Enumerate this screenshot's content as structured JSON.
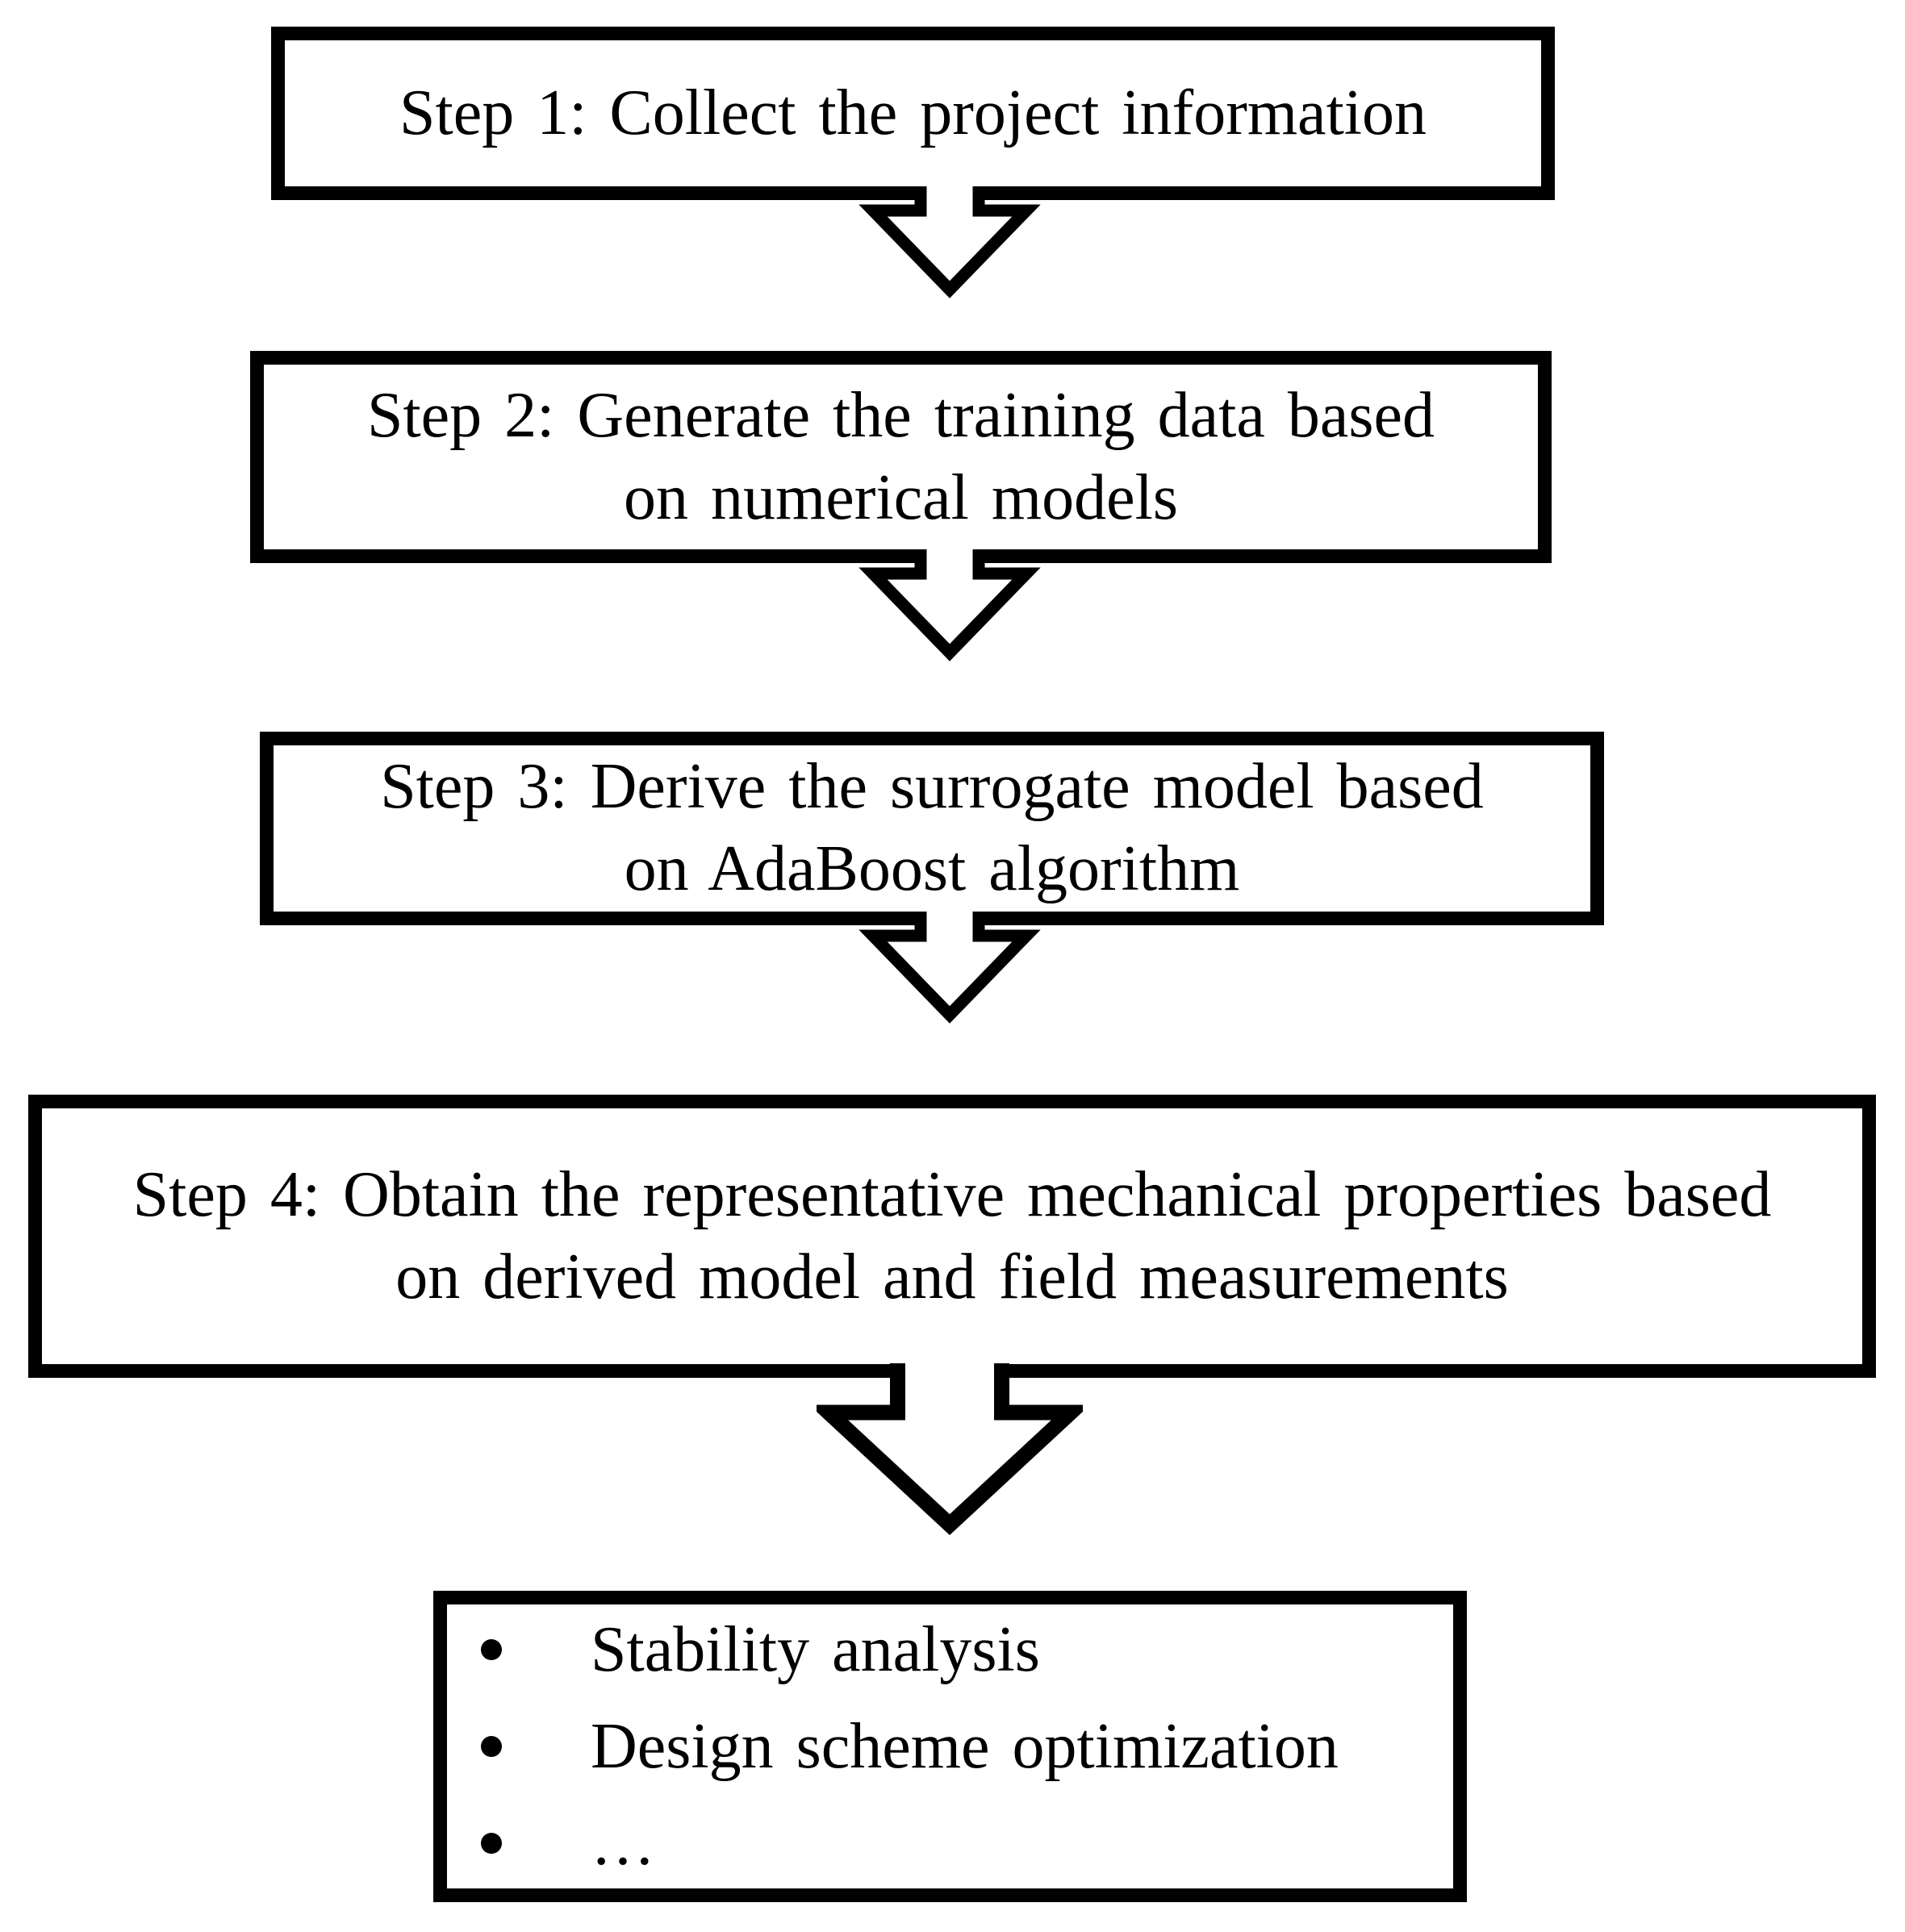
{
  "diagram": {
    "colors": {
      "stroke": "#000000",
      "fill": "#ffffff"
    },
    "boxes": [
      {
        "name": "step-1",
        "lines": [
          "Step 1: Collect the project information"
        ]
      },
      {
        "name": "step-2",
        "lines": [
          "Step 2: Generate the training data based",
          "on numerical models"
        ]
      },
      {
        "name": "step-3",
        "lines": [
          "Step 3: Derive the surrogate model based",
          "on AdaBoost algorithm"
        ]
      },
      {
        "name": "step-4",
        "lines": [
          "Step 4: Obtain the representative mechanical properties based",
          "on derived model and field measurements"
        ]
      },
      {
        "name": "applications",
        "bullets": [
          "Stability analysis",
          "Design scheme optimization",
          "…"
        ]
      }
    ]
  }
}
